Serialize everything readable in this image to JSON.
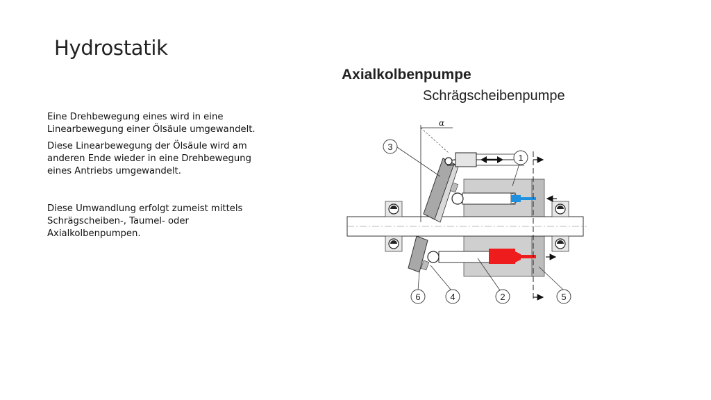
{
  "slide": {
    "title": "Hydrostatik"
  },
  "body": {
    "paragraphs": [
      "Eine Drehbewegung eines wird in eine Linearbewegung einer Ölsäule umgewandelt.",
      "Diese Linearbewegung der Ölsäule wird am anderen Ende wieder in eine Drehbewegung eines Antriebs umgewandelt.",
      "Diese Umwandlung erfolgt zumeist mittels Schrägscheiben-, Taumel- oder Axialkolbenpumpen."
    ]
  },
  "figure": {
    "title": "Axialkolbenpumpe",
    "subtitle": "Schrägscheibenpumpe",
    "angle_symbol": "α",
    "callouts": [
      "1",
      "2",
      "3",
      "4",
      "5",
      "6"
    ]
  },
  "colors": {
    "piston_red": "#ee1c1c",
    "piston_blue": "#1e90e0",
    "housing_gray": "#cfcfcf",
    "plate_gray": "#a8a8a8"
  }
}
